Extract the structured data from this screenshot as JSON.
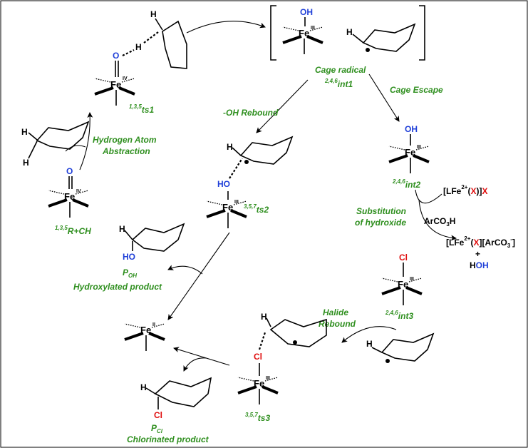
{
  "labels": {
    "cage_radical": "Cage radical",
    "int1_sup": "2,4,6",
    "int1": "int1",
    "cage_escape": "Cage Escape",
    "oh_rebound": "-OH Rebound",
    "ts1_sup": "1,3,5",
    "ts1": "ts1",
    "hat_line1": "Hydrogen Atom",
    "hat_line2": "Abstraction",
    "rch_sup": "1,3,5",
    "rch": "R+CH",
    "ts2_sup": "3,5,7",
    "ts2": "ts2",
    "int2_sup": "2,4,6",
    "int2": "int2",
    "subst_line1": "Substitution",
    "subst_line2": "of hydroxide",
    "reagent_lfe": "[LFe",
    "reagent_x": "X",
    "arco3h": "ArCO",
    "arco3h_sub": "3",
    "arco3h_tail": "H",
    "product_lfe": "[LFe",
    "product_tail": "][ArCO",
    "product_sub": "3",
    "product_end": "]",
    "plus": "+",
    "hoh_h": "H",
    "hoh_oh": "OH",
    "poh": "P",
    "poh_sub": "OH",
    "hydroxylated": "Hydroxylated product",
    "int3_sup": "2,4,6",
    "int3": "int3",
    "halide_line1": "Halide",
    "halide_line2": "Rebound",
    "ts3_sup": "3,5,7",
    "ts3": "ts3",
    "pcl": "P",
    "pcl_sub": "Cl",
    "chlorinated": "Chlorinated product"
  },
  "atoms": {
    "fe": "Fe",
    "o": "O",
    "oh": "OH",
    "ho": "HO",
    "cl": "Cl",
    "h": "H",
    "x": "X",
    "charge": "2+",
    "minus": "-"
  },
  "oxidation": {
    "iv": "IV",
    "iii": "III",
    "ii": "II"
  }
}
